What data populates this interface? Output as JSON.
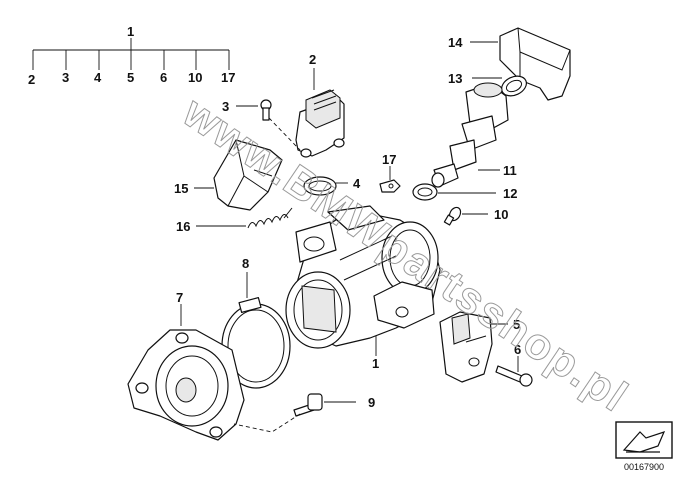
{
  "diagram": {
    "part_labels": {
      "group_top": "1",
      "group_2": "2",
      "group_3": "3",
      "group_4": "4",
      "group_5": "5",
      "group_6": "6",
      "group_10": "10",
      "group_17": "17",
      "p1": "1",
      "p2": "2",
      "p3": "3",
      "p4": "4",
      "p5": "5",
      "p6": "6",
      "p7": "7",
      "p8": "8",
      "p9": "9",
      "p10": "10",
      "p11": "11",
      "p12": "12",
      "p13": "13",
      "p14": "14",
      "p15": "15",
      "p16": "16",
      "p17": "17"
    },
    "watermark": "www.BMWpartsshop.pl",
    "image_code": "00167900",
    "icon": "arrow-box-icon"
  }
}
